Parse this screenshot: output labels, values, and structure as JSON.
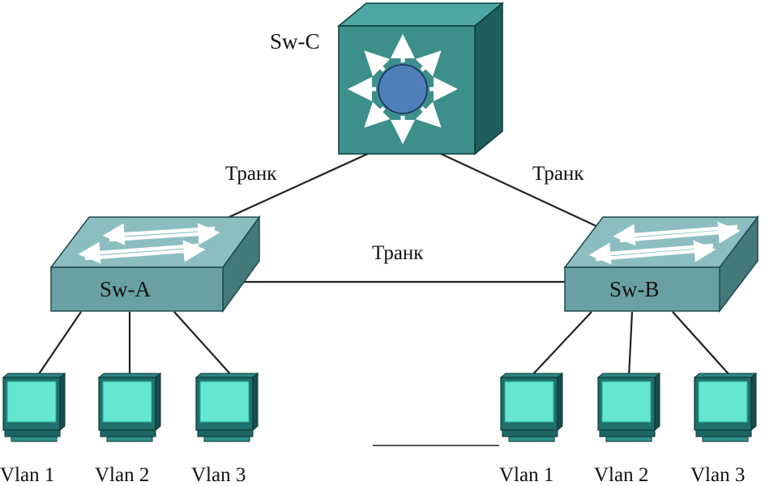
{
  "core_switch": {
    "label": "Sw-C",
    "icon": "multilayer-switch-icon"
  },
  "access_switches": [
    {
      "label": "Sw-A",
      "icon": "workgroup-switch-icon"
    },
    {
      "label": "Sw-B",
      "icon": "workgroup-switch-icon"
    }
  ],
  "links": [
    {
      "from": "Sw-A",
      "to": "Sw-C",
      "label": "Транк"
    },
    {
      "from": "Sw-B",
      "to": "Sw-C",
      "label": "Транк"
    },
    {
      "from": "Sw-A",
      "to": "Sw-B",
      "label": "Транк"
    }
  ],
  "hosts": {
    "sw_a": [
      {
        "label": "Vlan 1"
      },
      {
        "label": "Vlan 2"
      },
      {
        "label": "Vlan 3"
      }
    ],
    "sw_b": [
      {
        "label": "Vlan 1"
      },
      {
        "label": "Vlan 2"
      },
      {
        "label": "Vlan 3"
      }
    ]
  },
  "colors": {
    "device_face": "#3d8f8c",
    "device_top": "#4ea7a3",
    "device_side": "#1e5e5c",
    "switch_face": "#6aa0a4",
    "switch_top": "#8cbec1",
    "switch_side": "#44797c",
    "router_circle": "#4f7fb8",
    "monitor_screen": "#64e6cf",
    "monitor_frame": "#1f6f6c",
    "line": "#222222"
  }
}
